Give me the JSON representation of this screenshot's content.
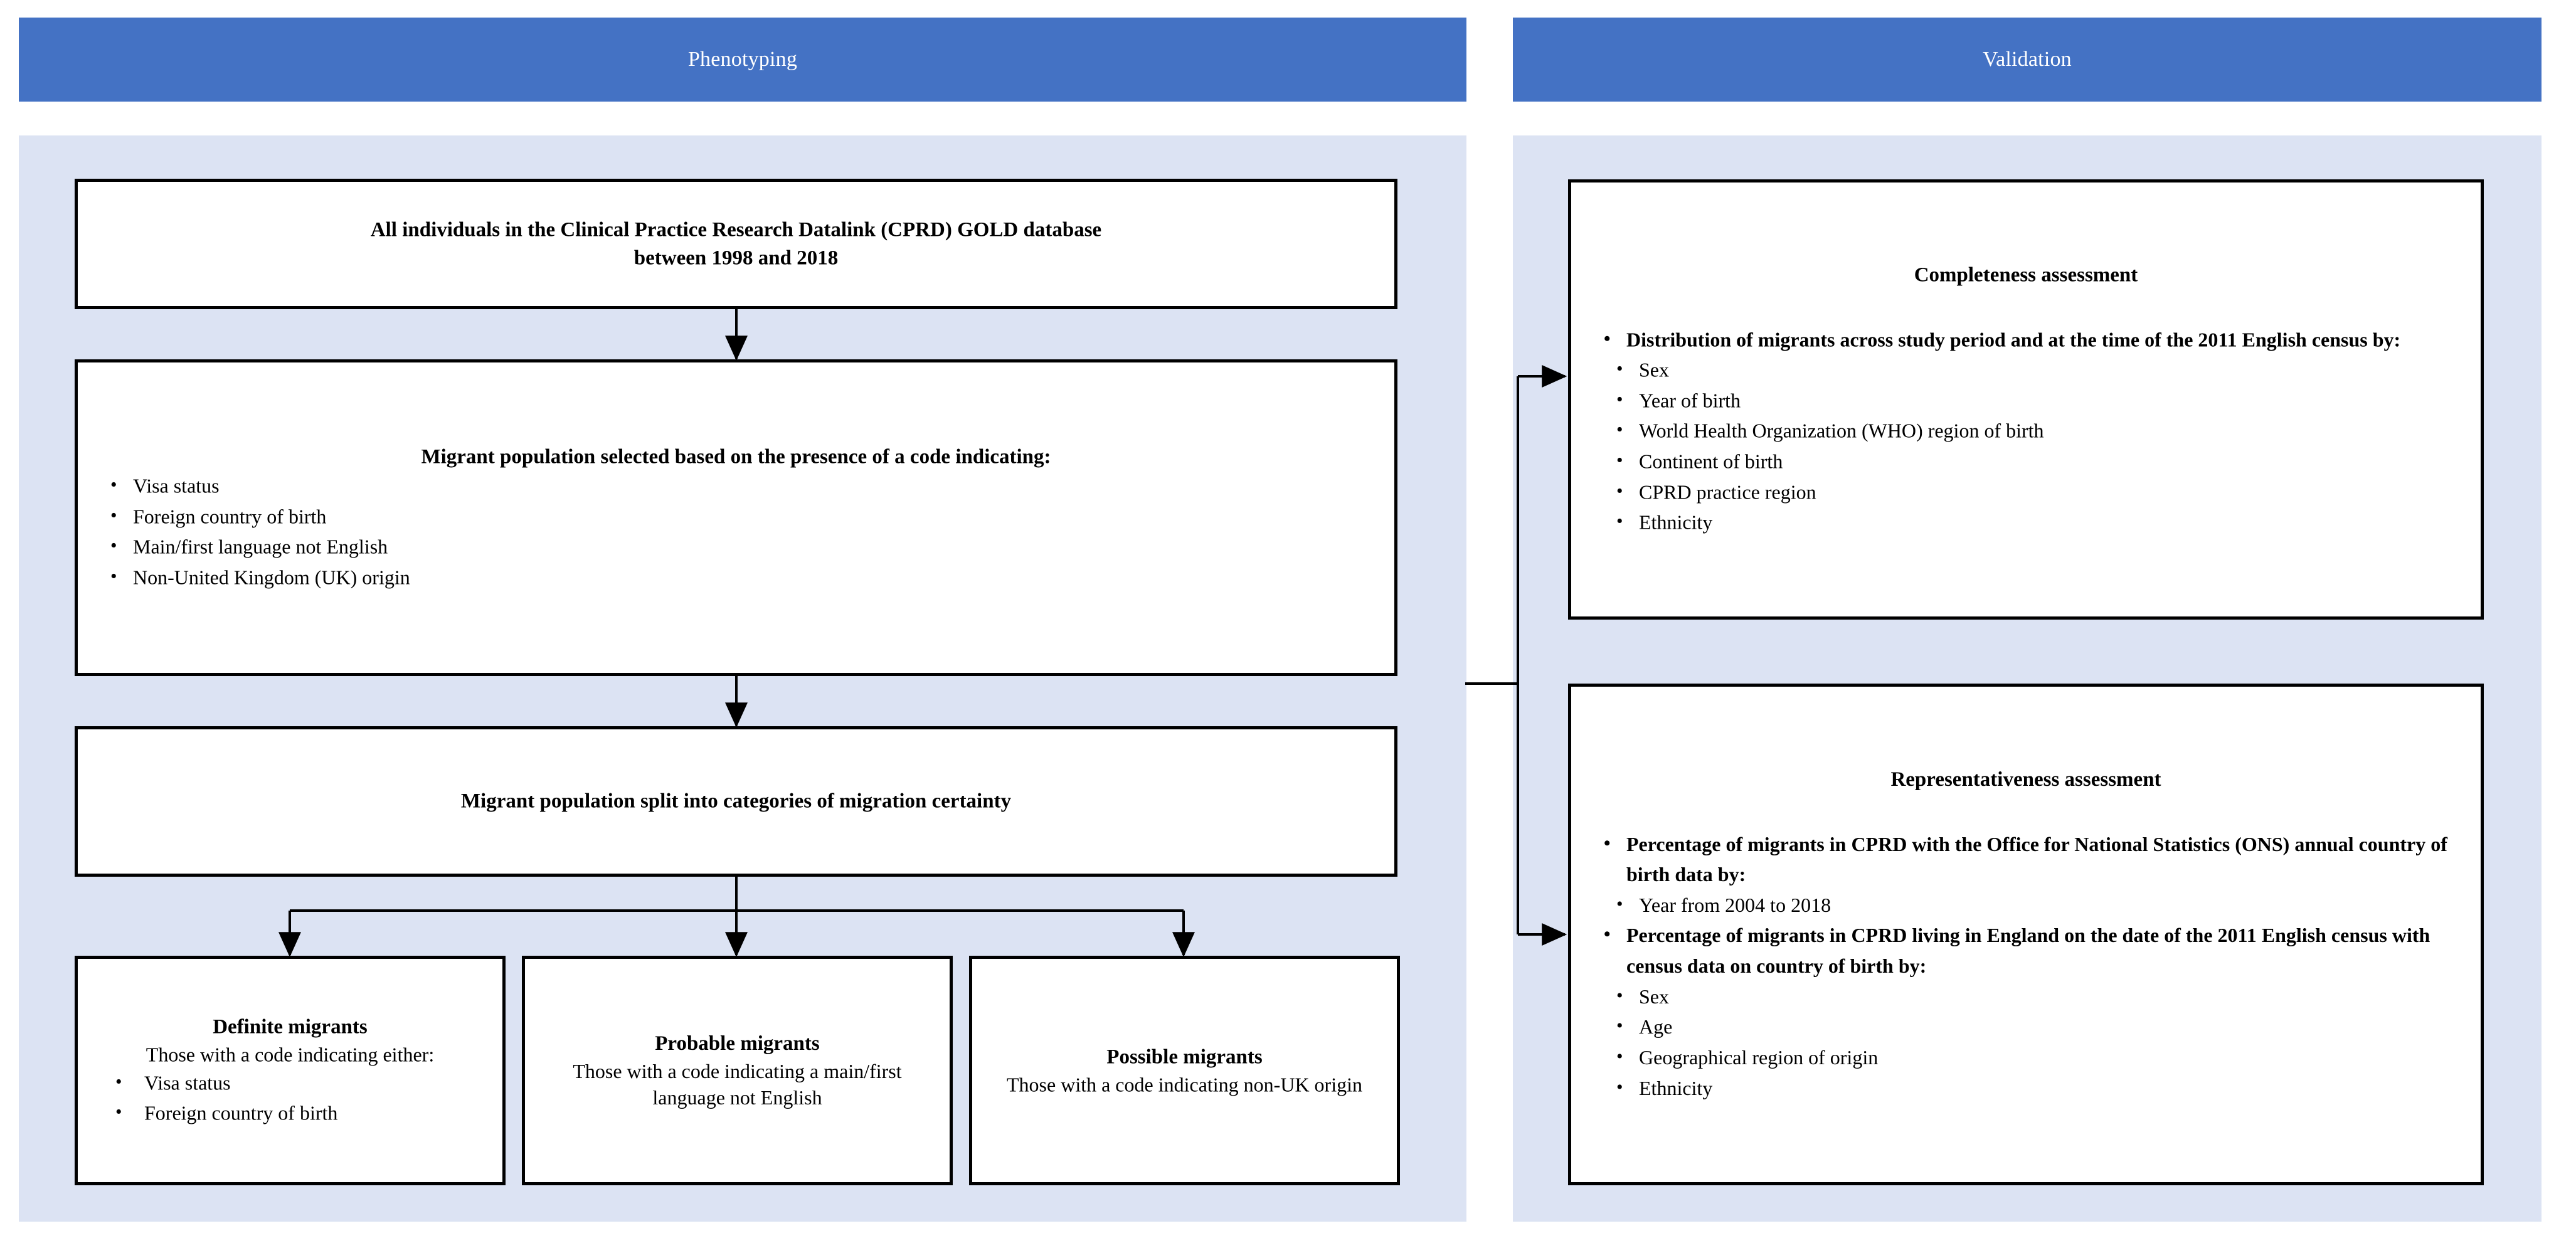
{
  "columns": {
    "left": {
      "header": "Phenotyping"
    },
    "right": {
      "header": "Validation"
    }
  },
  "left_column": {
    "box1": {
      "title_line1": "All individuals in the Clinical Practice Research Datalink (CPRD) GOLD database",
      "title_line2": "between 1998 and 2018"
    },
    "box2": {
      "title": "Migrant population selected based on the presence of a code indicating:",
      "bullets": [
        "Visa status",
        "Foreign country of birth",
        "Main/first language not English",
        "Non-United Kingdom (UK) origin"
      ]
    },
    "box3": {
      "title": "Migrant population split into categories of migration certainty"
    },
    "box4": {
      "title": "Definite migrants",
      "sub": "Those with a code indicating either:",
      "bullets": [
        "Visa status",
        "Foreign country of birth"
      ]
    },
    "box5": {
      "title": "Probable migrants",
      "sub": "Those with a code indicating a main/first language not English"
    },
    "box6": {
      "title": "Possible migrants",
      "sub": "Those with a code indicating non-UK origin"
    }
  },
  "right_column": {
    "completeness": {
      "title": "Completeness assessment",
      "bullet1": "Distribution of migrants across study period and at the time of the 2011 English census by:",
      "sub_bullets": [
        "Sex",
        "Year of birth",
        "World Health Organization (WHO) region of birth",
        "Continent of birth",
        "CPRD practice region",
        "Ethnicity"
      ]
    },
    "representativeness": {
      "title": "Representativeness assessment",
      "bullet1": "Percentage of migrants in CPRD with the Office for National Statistics (ONS) annual country of birth data by:",
      "bullet1_sub": [
        "Year from 2004 to 2018"
      ],
      "bullet2": "Percentage of migrants in CPRD living in England on the date of the 2011 English census with census data on country of birth by:",
      "bullet2_sub": [
        "Sex",
        "Age",
        "Geographical region of origin",
        "Ethnicity"
      ]
    }
  },
  "colors": {
    "header_blue": "#4472c4",
    "panel_blue": "#dce3f3",
    "box_border": "#000000",
    "box_fill": "#ffffff",
    "connector": "#000000"
  }
}
